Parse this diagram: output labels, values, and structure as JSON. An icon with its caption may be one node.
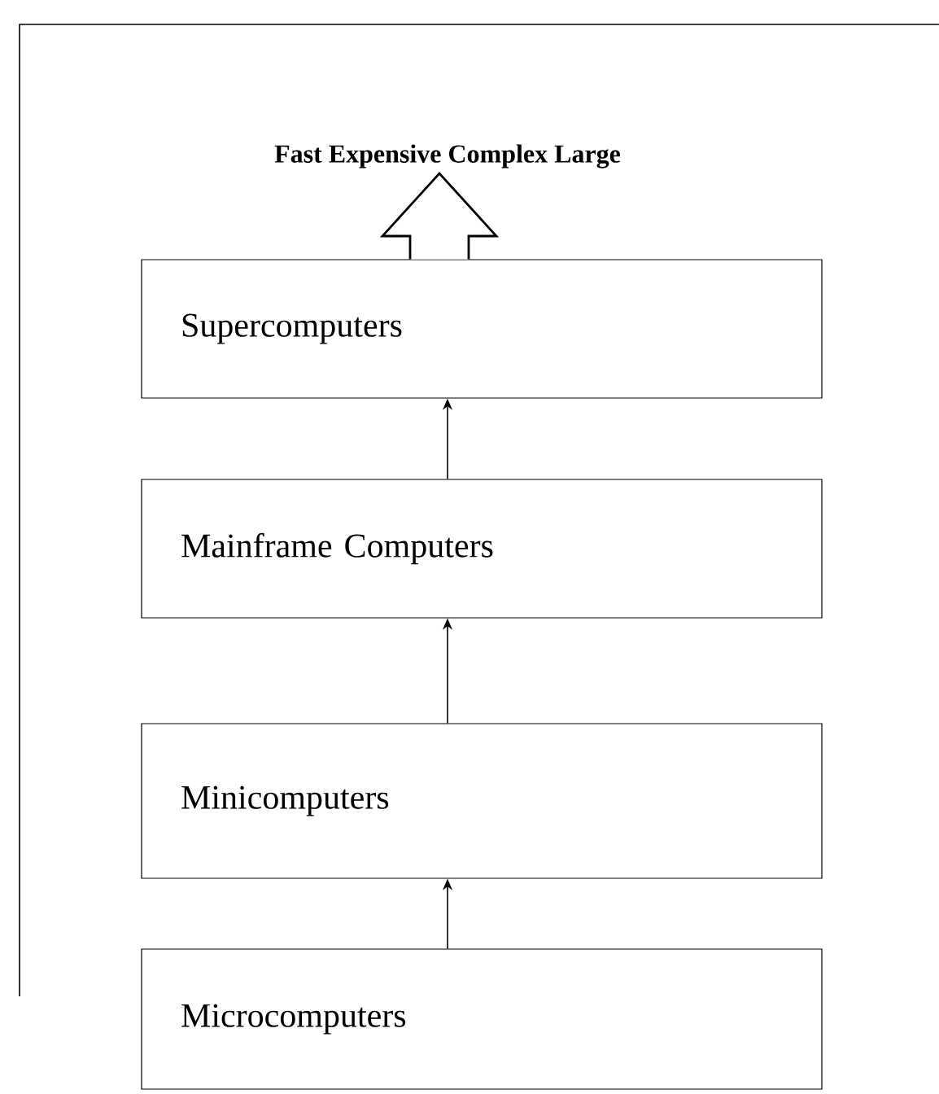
{
  "diagram": {
    "nodes": [
      {
        "text": [
          "Fast Expensive Complex Large"
        ]
      },
      {
        "text": [
          "Supercomputers"
        ]
      },
      {
        "text": [
          "Mainframe Computers"
        ]
      },
      {
        "text": [
          "Minicomputers"
        ]
      },
      {
        "text": [
          "Microcomputers"
        ]
      }
    ],
    "edges": [
      {
        "from": 1,
        "to": 0,
        "arrow": "to",
        "style": "thick"
      },
      {
        "from": 2,
        "to": 1,
        "arrow": "to"
      },
      {
        "from": 3,
        "to": 2,
        "arrow": "to"
      },
      {
        "from": 4,
        "to": 3,
        "arrow": "to"
      }
    ]
  }
}
